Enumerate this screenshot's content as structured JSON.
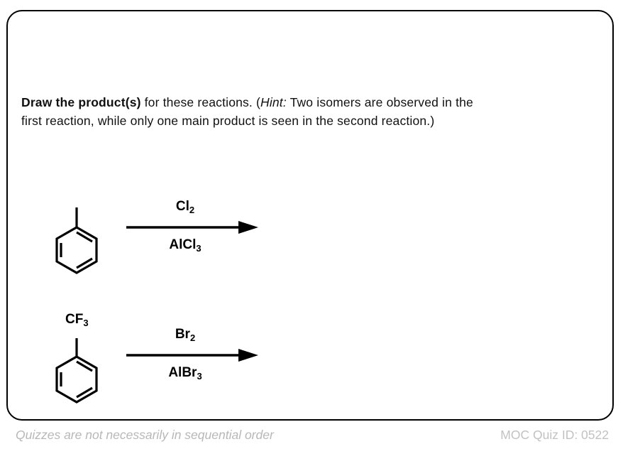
{
  "frame": {
    "present": true,
    "border_color": "#000000",
    "background": "#ffffff"
  },
  "prompt": {
    "bold_lead": "Draw the product(s)",
    "middle": " for these reactions. (",
    "hint_label": "Hint:",
    "rest": " Two isomers are observed in the first reaction, while only one main product is seen in the second reaction.)"
  },
  "reactions": [
    {
      "id": "reaction-1",
      "substrate_name": "toluene",
      "substituent": {
        "text": "CH3",
        "rendered": "bond-only-methyl",
        "show_label": false
      },
      "reagent_top": {
        "formula": "Cl",
        "subscript": "2"
      },
      "reagent_bottom": {
        "formula": "AlCl",
        "subscript": "3"
      },
      "arrow": "reaction-arrow-right",
      "product_area": ""
    },
    {
      "id": "reaction-2",
      "substrate_name": "benzotrifluoride",
      "substituent": {
        "text": "CF",
        "subscript": "3",
        "show_label": true
      },
      "reagent_top": {
        "formula": "Br",
        "subscript": "2"
      },
      "reagent_bottom": {
        "formula": "AlBr",
        "subscript": "3"
      },
      "arrow": "reaction-arrow-right",
      "product_area": ""
    }
  ],
  "footer": {
    "note": "Quizzes are not necessarily in sequential order",
    "quiz_id_label": "MOC Quiz ID: 0522",
    "note_color": "#b8b8b8",
    "quiz_id_color": "#c2c2c2"
  }
}
